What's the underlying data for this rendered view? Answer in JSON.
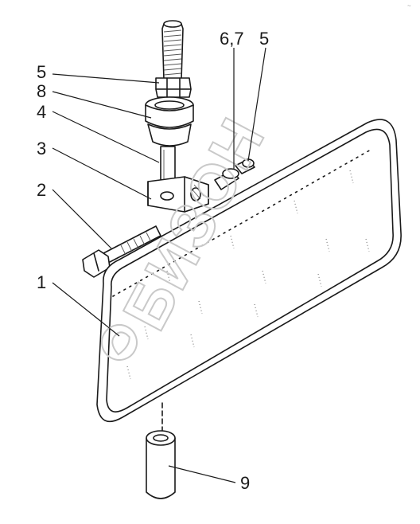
{
  "diagram": {
    "callouts": [
      {
        "id": "5-top",
        "text": "5"
      },
      {
        "id": "8",
        "text": "8"
      },
      {
        "id": "4",
        "text": "4"
      },
      {
        "id": "3",
        "text": "3"
      },
      {
        "id": "2",
        "text": "2"
      },
      {
        "id": "1",
        "text": "1"
      },
      {
        "id": "6-7",
        "text": "6,7"
      },
      {
        "id": "5-right",
        "text": "5"
      },
      {
        "id": "9",
        "text": "9"
      }
    ],
    "watermark": {
      "brand": "БИЗОН",
      "icon": "bison-logo-icon"
    },
    "corner_mark": "~",
    "colors": {
      "ink": "#1a1a1a",
      "watermark": "#c9c9c9",
      "background": "#ffffff"
    }
  }
}
